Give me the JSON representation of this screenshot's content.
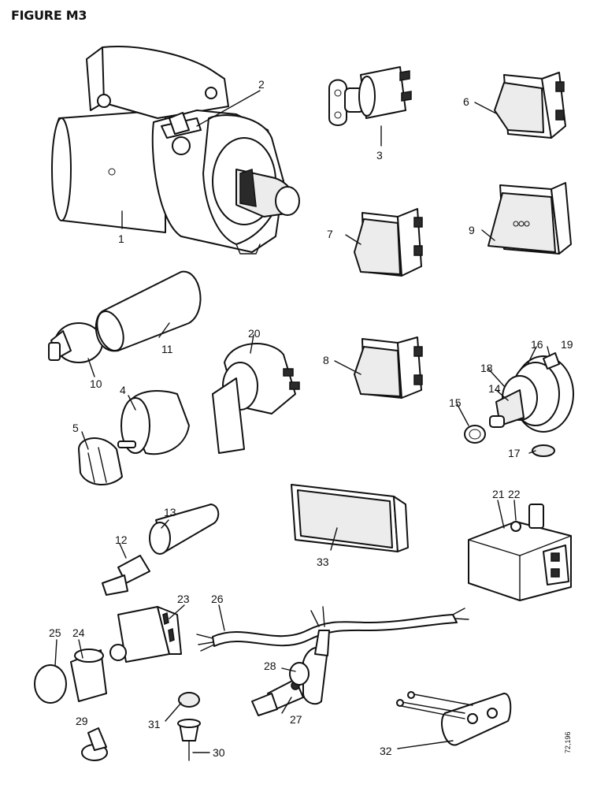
{
  "title": "FIGURE M3",
  "reference_code": "72,196",
  "callouts": [
    "1",
    "2",
    "3",
    "4",
    "5",
    "6",
    "7",
    "8",
    "9",
    "10",
    "11",
    "12",
    "13",
    "14",
    "15",
    "16",
    "17",
    "18",
    "19",
    "20",
    "21",
    "22",
    "23",
    "24",
    "25",
    "26",
    "27",
    "28",
    "29",
    "30",
    "31",
    "32",
    "33"
  ]
}
